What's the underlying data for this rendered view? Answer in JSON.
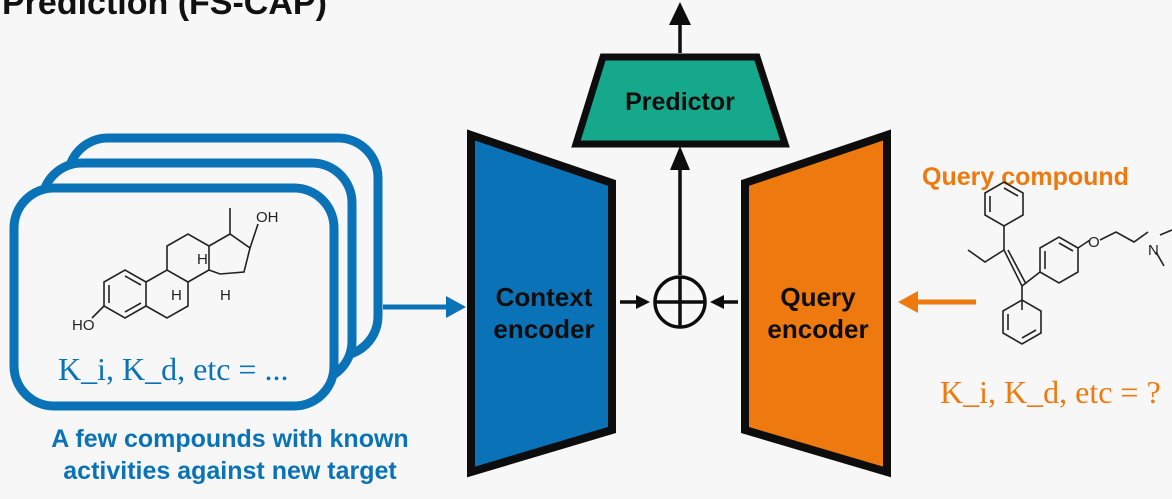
{
  "title": "Prediction (FS-CAP)",
  "colors": {
    "context_blue": "#0a73b7",
    "query_orange": "#ee7a0f",
    "predictor_green": "#16a88a",
    "outline": "#0d0d0d"
  },
  "context_cards": {
    "activity_label": "K_i, K_d, etc = ...",
    "caption_line1": "A few compounds with known",
    "caption_line2": "activities against new target"
  },
  "context_molecule": {
    "oh_top": "OH",
    "ho_left": "HO",
    "h_upper": "H",
    "h_lower_left": "H",
    "h_lower_right": "H"
  },
  "context_encoder": {
    "line1": "Context",
    "line2": "encoder",
    "icon": "trapezoid-encoder"
  },
  "query_encoder": {
    "line1": "Query",
    "line2": "encoder",
    "icon": "trapezoid-encoder"
  },
  "combine": {
    "icon": "circled-plus-icon"
  },
  "predictor": {
    "label": "Predictor"
  },
  "query_compound": {
    "title": "Query compound",
    "activity_label": "K_i, K_d, etc = ?",
    "atom_o": "O",
    "atom_n": "N"
  }
}
